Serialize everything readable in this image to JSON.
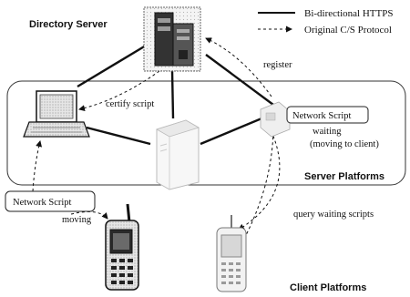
{
  "title_directory_server": "Directory Server",
  "title_server_platforms": "Server Platforms",
  "title_client_platforms": "Client Platforms",
  "legend": {
    "solid_label": "Bi-directional HTTPS",
    "dashed_label": "Original C/S Protocol"
  },
  "labels": {
    "register": "register",
    "certify_script": "certify script",
    "network_script": "Network Script",
    "waiting": "waiting",
    "moving_to_client": "(moving to client)",
    "moving": "moving",
    "query_waiting_scripts": "query waiting scripts"
  },
  "icons": {
    "directory_server": "server-tower-icon",
    "server_laptop": "laptop-icon",
    "server_center": "server-box-icon",
    "server_right": "small-device-icon",
    "client_left": "mobile-phone-icon",
    "client_right": "mobile-phone-icon"
  }
}
